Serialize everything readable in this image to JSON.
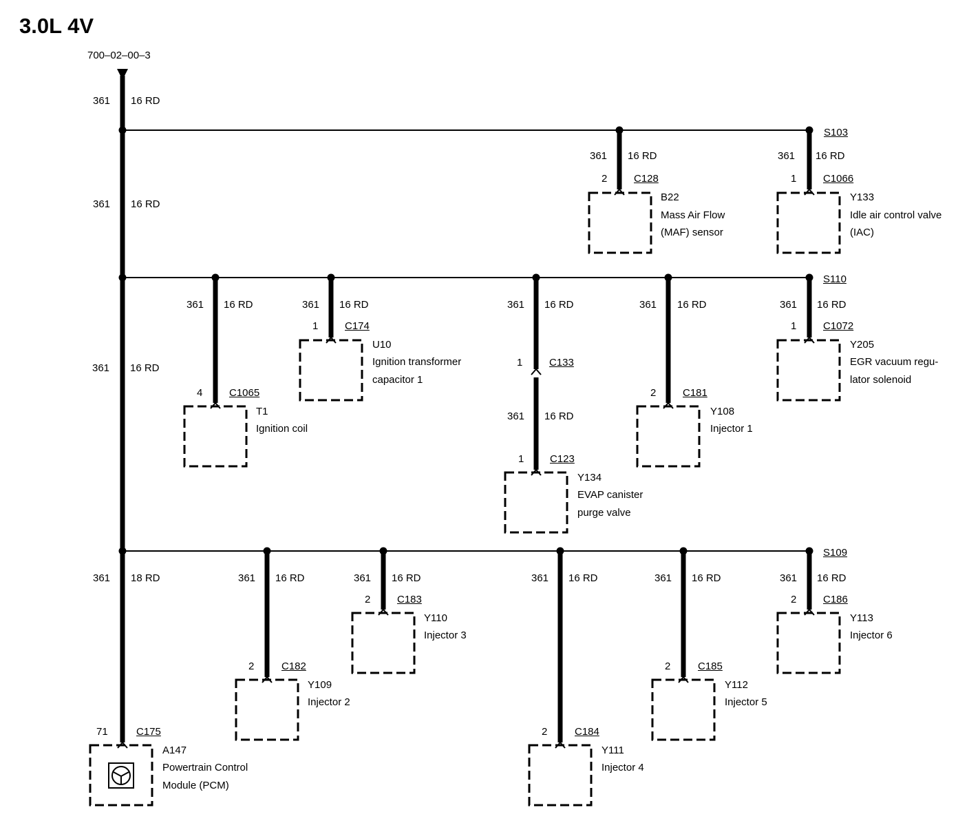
{
  "title": "3.0L 4V",
  "page_ref": "700–02–00–3",
  "main_wire": [
    {
      "circuit": "361",
      "gauge": "16 RD"
    },
    {
      "circuit": "361",
      "gauge": "16 RD"
    },
    {
      "circuit": "361",
      "gauge": "16 RD"
    },
    {
      "circuit": "361",
      "gauge": "18 RD"
    }
  ],
  "splices": [
    "S103",
    "S110",
    "S109"
  ],
  "components": [
    {
      "id": "b22",
      "circuit": "361",
      "gauge": "16 RD",
      "pin": "2",
      "connector": "C128",
      "ref": "B22",
      "name1": "Mass Air Flow",
      "name2": "(MAF) sensor"
    },
    {
      "id": "y133",
      "circuit": "361",
      "gauge": "16 RD",
      "pin": "1",
      "connector": "C1066",
      "ref": "Y133",
      "name1": "Idle air control valve",
      "name2": "(IAC)"
    },
    {
      "id": "t1",
      "circuit": "361",
      "gauge": "16 RD",
      "pin": "4",
      "connector": "C1065",
      "ref": "T1",
      "name1": "Ignition coil",
      "name2": ""
    },
    {
      "id": "u10",
      "circuit": "361",
      "gauge": "16 RD",
      "pin": "1",
      "connector": "C174",
      "ref": "U10",
      "name1": "Ignition transformer",
      "name2": "capacitor 1"
    },
    {
      "id": "y134",
      "circuit": "361",
      "gauge": "16 RD",
      "pin": "1",
      "connector": "C123",
      "ref": "Y134",
      "name1": "EVAP canister",
      "name2": "purge valve",
      "inline_pin": "1",
      "inline_connector": "C133",
      "circuit2": "361",
      "gauge2": "16 RD"
    },
    {
      "id": "y108",
      "circuit": "361",
      "gauge": "16 RD",
      "pin": "2",
      "connector": "C181",
      "ref": "Y108",
      "name1": "Injector 1",
      "name2": ""
    },
    {
      "id": "y205",
      "circuit": "361",
      "gauge": "16 RD",
      "pin": "1",
      "connector": "C1072",
      "ref": "Y205",
      "name1": "EGR vacuum regu-",
      "name2": "lator solenoid"
    },
    {
      "id": "a147",
      "circuit": "",
      "gauge": "",
      "pin": "71",
      "connector": "C175",
      "ref": "A147",
      "name1": "Powertrain Control",
      "name2": "Module (PCM)"
    },
    {
      "id": "y109",
      "circuit": "361",
      "gauge": "16 RD",
      "pin": "2",
      "connector": "C182",
      "ref": "Y109",
      "name1": "Injector 2",
      "name2": ""
    },
    {
      "id": "y110",
      "circuit": "361",
      "gauge": "16 RD",
      "pin": "2",
      "connector": "C183",
      "ref": "Y110",
      "name1": "Injector 3",
      "name2": ""
    },
    {
      "id": "y111",
      "circuit": "361",
      "gauge": "16 RD",
      "pin": "2",
      "connector": "C184",
      "ref": "Y111",
      "name1": "Injector 4",
      "name2": ""
    },
    {
      "id": "y112",
      "circuit": "361",
      "gauge": "16 RD",
      "pin": "2",
      "connector": "C185",
      "ref": "Y112",
      "name1": "Injector 5",
      "name2": ""
    },
    {
      "id": "y113",
      "circuit": "361",
      "gauge": "16 RD",
      "pin": "2",
      "connector": "C186",
      "ref": "Y113",
      "name1": "Injector 6",
      "name2": ""
    }
  ],
  "icons": {
    "pcm": "steering-wheel-icon"
  }
}
